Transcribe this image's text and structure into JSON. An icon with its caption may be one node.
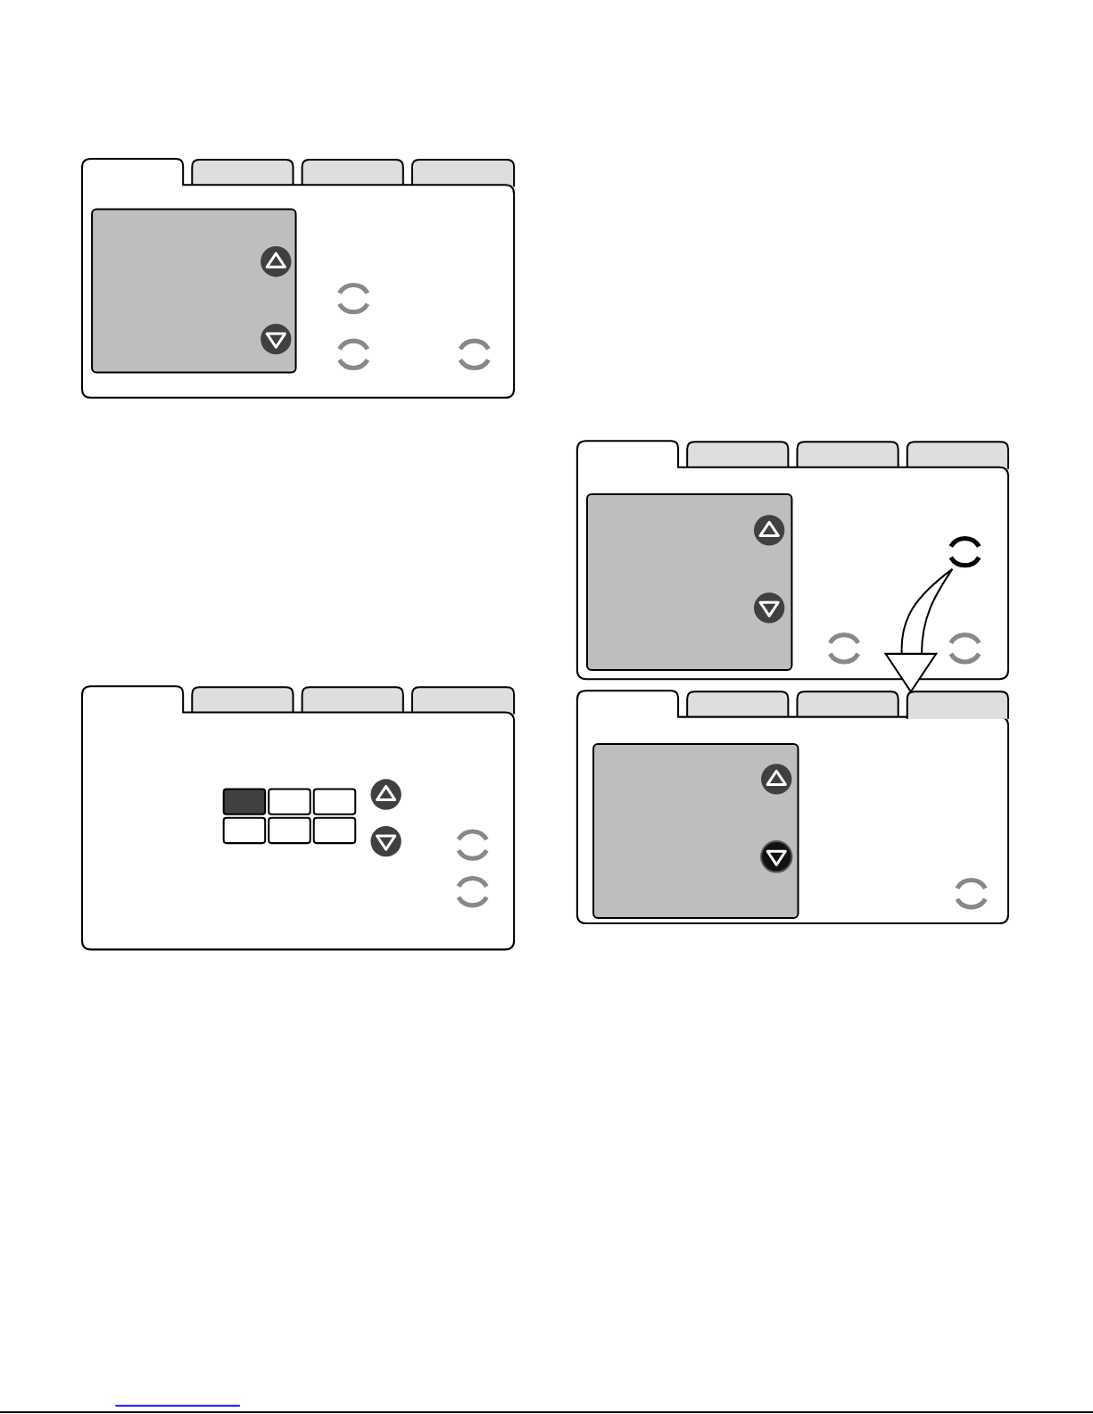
{
  "diagram": {
    "nodes": [
      {
        "text": [],
        "shape": "circle"
      },
      {
        "text": [],
        "shape": "box"
      }
    ],
    "edges": [
      {
        "from": 0,
        "to": 1,
        "arrow": "to"
      }
    ]
  }
}
